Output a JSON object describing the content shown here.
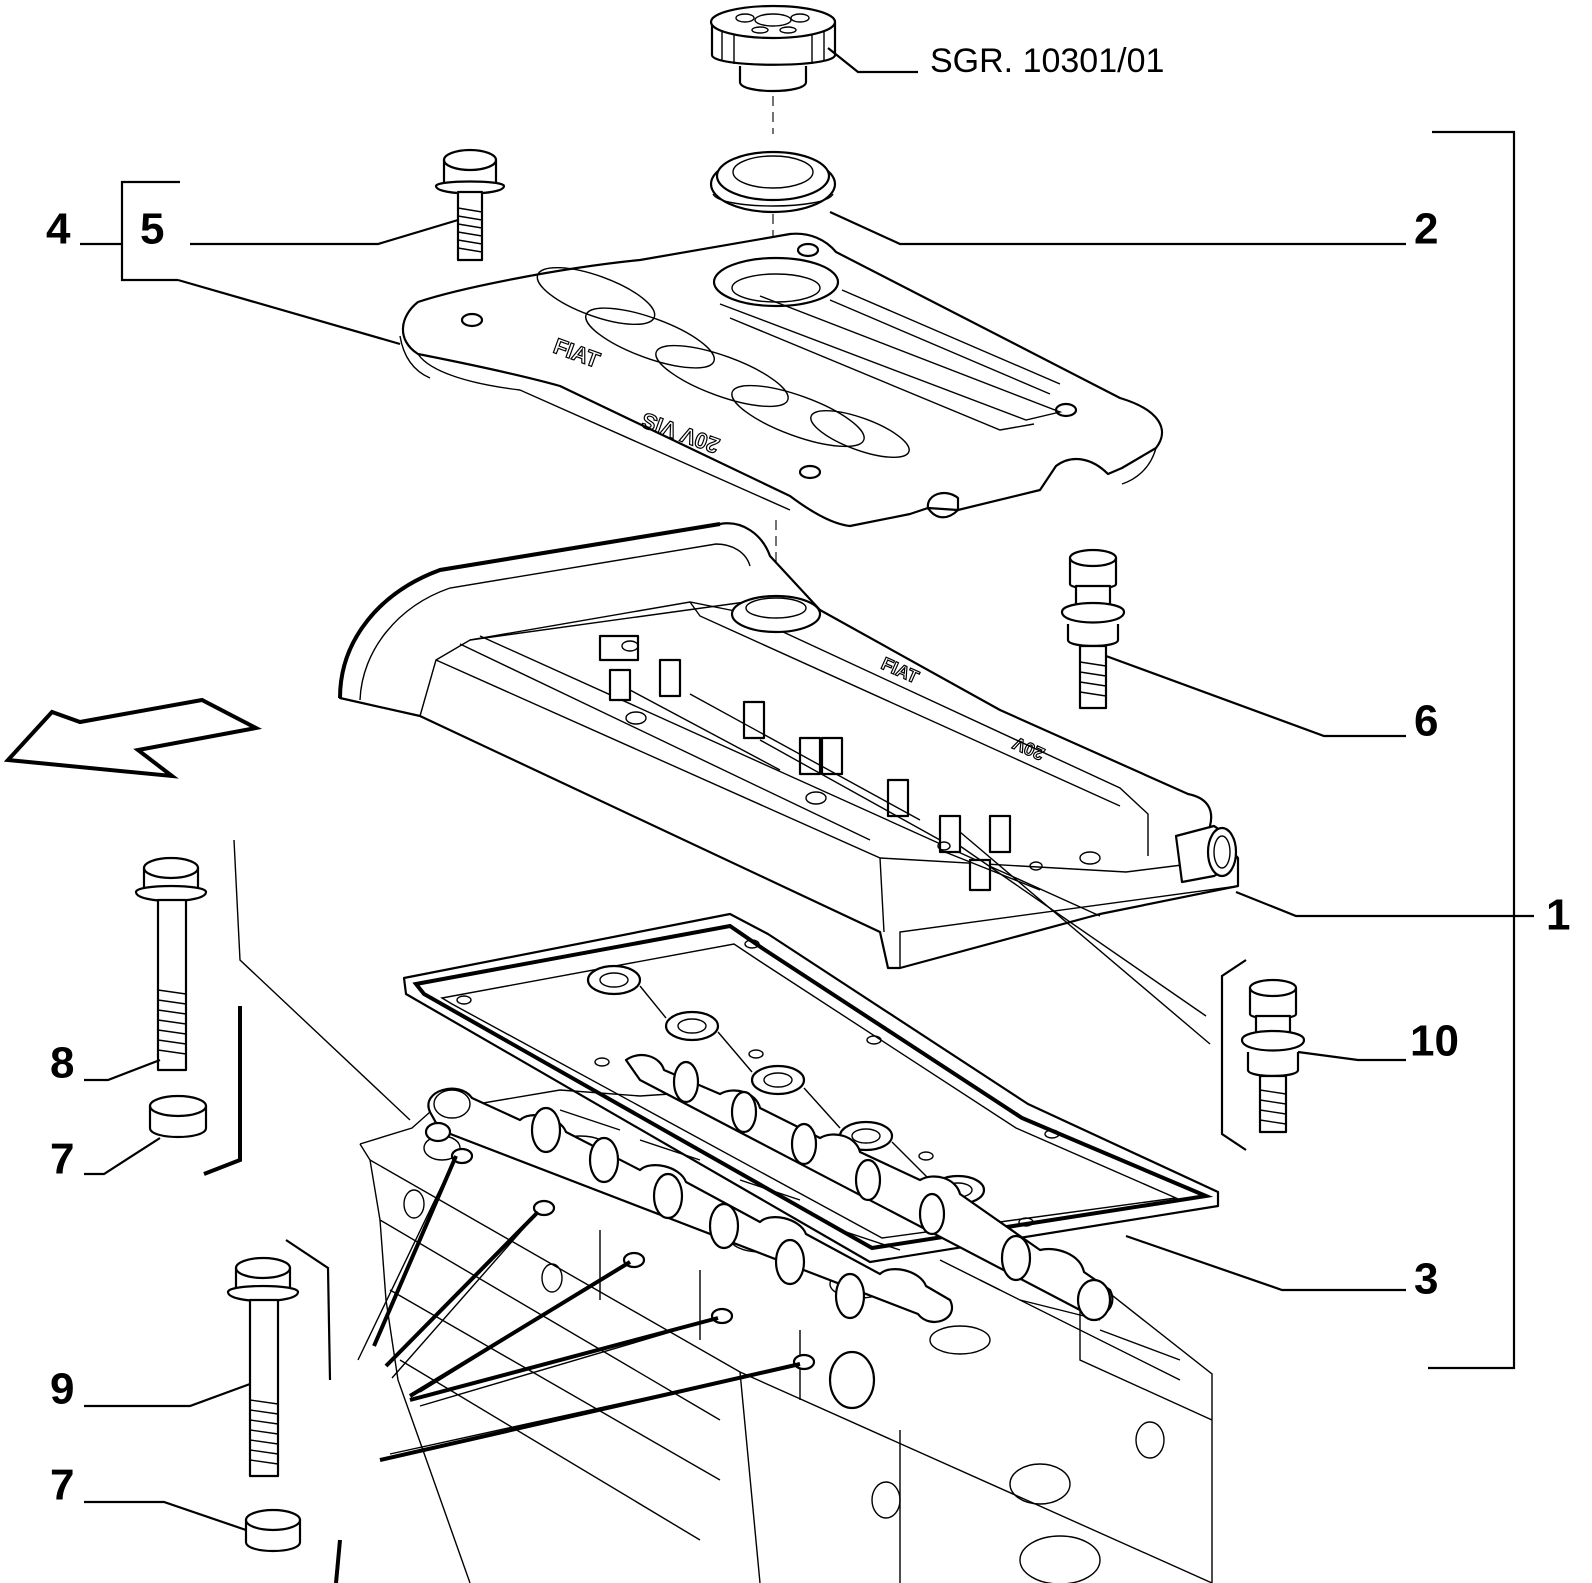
{
  "reference": {
    "text": "SGR. 10301/01"
  },
  "callouts": {
    "c1": "1",
    "c2": "2",
    "c3": "3",
    "c4": "4",
    "c5": "5",
    "c6": "6",
    "c7a": "7",
    "c7b": "7",
    "c8": "8",
    "c9": "9",
    "c10": "10"
  },
  "cover_lettering": {
    "brand": "FIAT",
    "model": "20V VIS"
  },
  "housing_lettering": {
    "brand": "FIAT",
    "model": "20V"
  }
}
